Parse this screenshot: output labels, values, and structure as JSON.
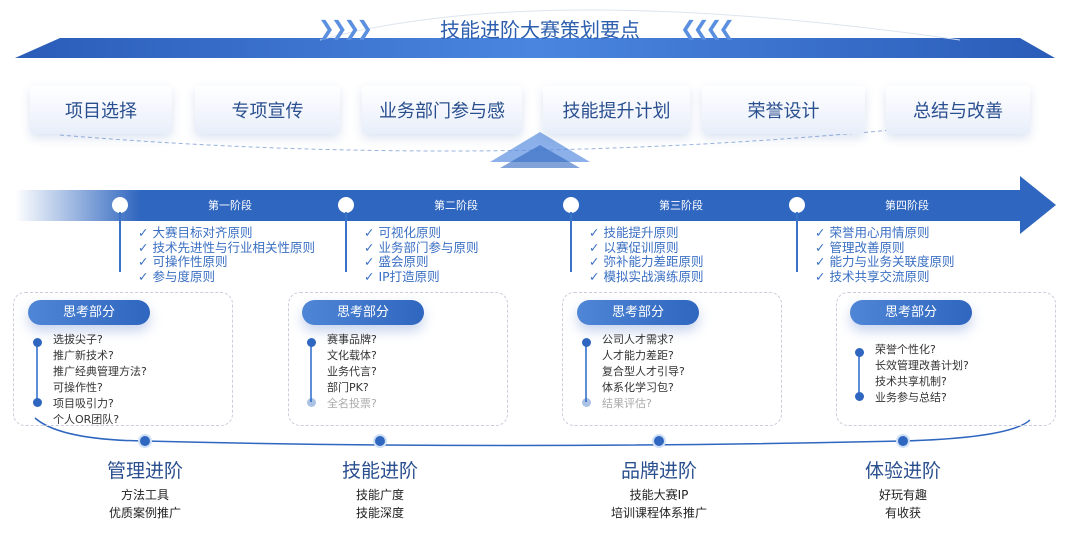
{
  "title": "技能进阶大赛策划要点",
  "top_items": [
    "项目选择",
    "专项宣传",
    "业务部门参与感",
    "技能提升计划",
    "荣誉设计",
    "总结与改善"
  ],
  "stages": [
    {
      "name": "第一阶段",
      "principles": [
        "大赛目标对齐原则",
        "技术先进性与行业相关性原则",
        "可操作性原则",
        "参与度原则"
      ],
      "think_label": "思考部分",
      "questions": [
        "选拔尖子?",
        "推广新技术?",
        "推广经典管理方法?",
        "可操作性?",
        "项目吸引力?",
        "个人OR团队?"
      ]
    },
    {
      "name": "第二阶段",
      "principles": [
        "可视化原则",
        "业务部门参与原则",
        "盛会原则",
        "IP打造原则"
      ],
      "think_label": "思考部分",
      "questions": [
        "赛事品牌?",
        "文化载体?",
        "业务代言?",
        "部门PK?",
        "全名投票?"
      ]
    },
    {
      "name": "第三阶段",
      "principles": [
        "技能提升原则",
        "以赛促训原则",
        "弥补能力差距原则",
        "模拟实战演练原则"
      ],
      "think_label": "思考部分",
      "questions": [
        "公司人才需求?",
        "人才能力差距?",
        "复合型人才引导?",
        "体系化学习包?",
        "结果评估?"
      ]
    },
    {
      "name": "第四阶段",
      "principles": [
        "荣誉用心用情原则",
        "管理改善原则",
        "能力与业务关联度原则",
        "技术共享交流原则"
      ],
      "think_label": "思考部分",
      "questions": [
        "荣誉个性化?",
        "长效管理改善计划?",
        "技术共享机制?",
        "业务参与总结?"
      ]
    }
  ],
  "outcomes": [
    {
      "title": "管理进阶",
      "subs": [
        "方法工具",
        "优质案例推广"
      ]
    },
    {
      "title": "技能进阶",
      "subs": [
        "技能广度",
        "技能深度"
      ]
    },
    {
      "title": "品牌进阶",
      "subs": [
        "技能大赛IP",
        "培训课程体系推广"
      ]
    },
    {
      "title": "体验进阶",
      "subs": [
        "好玩有趣",
        "有收获"
      ]
    }
  ],
  "colors": {
    "primary": "#2f66bf",
    "text": "#2a4f8f"
  }
}
